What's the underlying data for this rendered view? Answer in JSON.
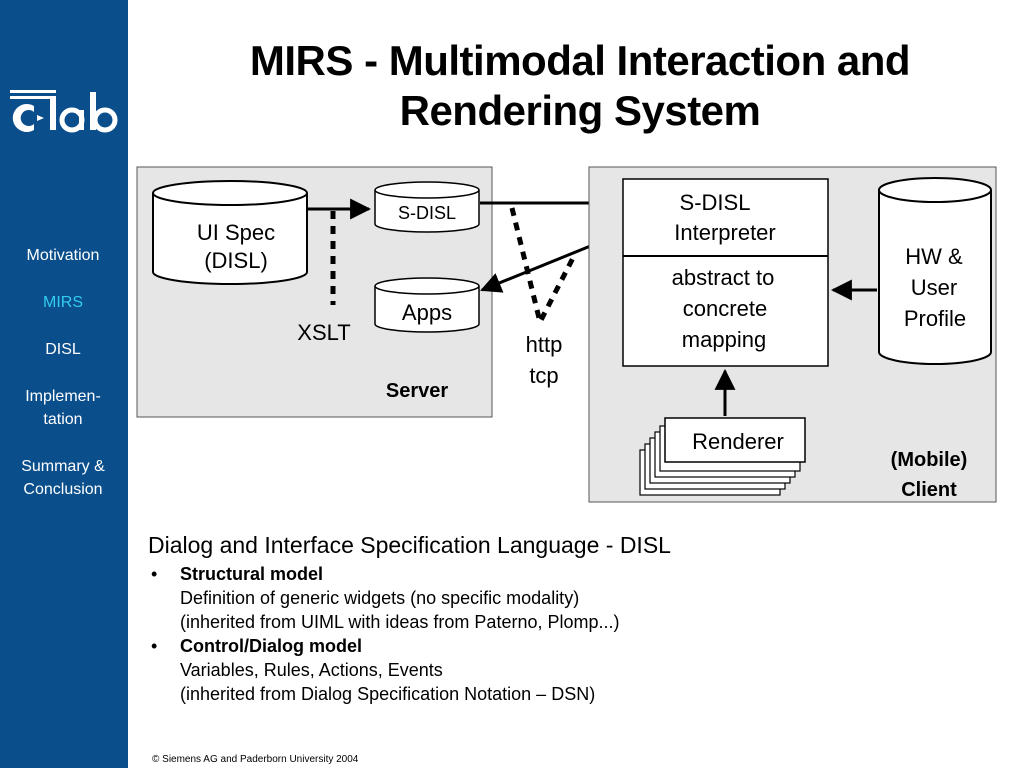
{
  "slide": {
    "title_line1": "MIRS - Multimodal Interaction and",
    "title_line2": "Rendering System"
  },
  "sidebar": {
    "logo_text": "c-lab",
    "items": [
      {
        "label": "Motivation",
        "active": false
      },
      {
        "label": "MIRS",
        "active": true
      },
      {
        "label": "DISL",
        "active": false
      },
      {
        "label_line1": "Implemen-",
        "label_line2": "tation",
        "active": false
      },
      {
        "label_line1": "Summary &",
        "label_line2": "Conclusion",
        "active": false
      }
    ]
  },
  "diagram": {
    "server": {
      "label": "Server",
      "ui_spec_line1": "UI Spec",
      "ui_spec_line2": "(DISL)",
      "sdisl": "S-DISL",
      "apps": "Apps",
      "xslt": "XSLT"
    },
    "protocol_line1": "http",
    "protocol_line2": "tcp",
    "client": {
      "label_line1": "(Mobile)",
      "label_line2": "Client",
      "interpreter_line1": "S-DISL",
      "interpreter_line2": "Interpreter",
      "mapping_line1": "abstract to",
      "mapping_line2": "concrete",
      "mapping_line3": "mapping",
      "profile_line1": "HW &",
      "profile_line2": "User",
      "profile_line3": "Profile",
      "renderer": "Renderer"
    }
  },
  "body": {
    "intro": "Dialog and Interface Specification Language - DISL",
    "bullet_symbol": "•",
    "bullets": [
      {
        "head": "Structural model",
        "line1": "Definition of generic widgets (no specific modality)",
        "line2": "(inherited from UIML with ideas from Paterno, Plomp...)"
      },
      {
        "head": "Control/Dialog model",
        "line1": "Variables, Rules, Actions, Events",
        "line2": "(inherited from Dialog Specification Notation – DSN)"
      }
    ]
  },
  "footer": {
    "copyright": "© Siemens AG and Paderborn University 2004"
  },
  "colors": {
    "sidebar": "#0a4f8c",
    "active_nav": "#33ccee",
    "panel": "#e6e6e6"
  }
}
